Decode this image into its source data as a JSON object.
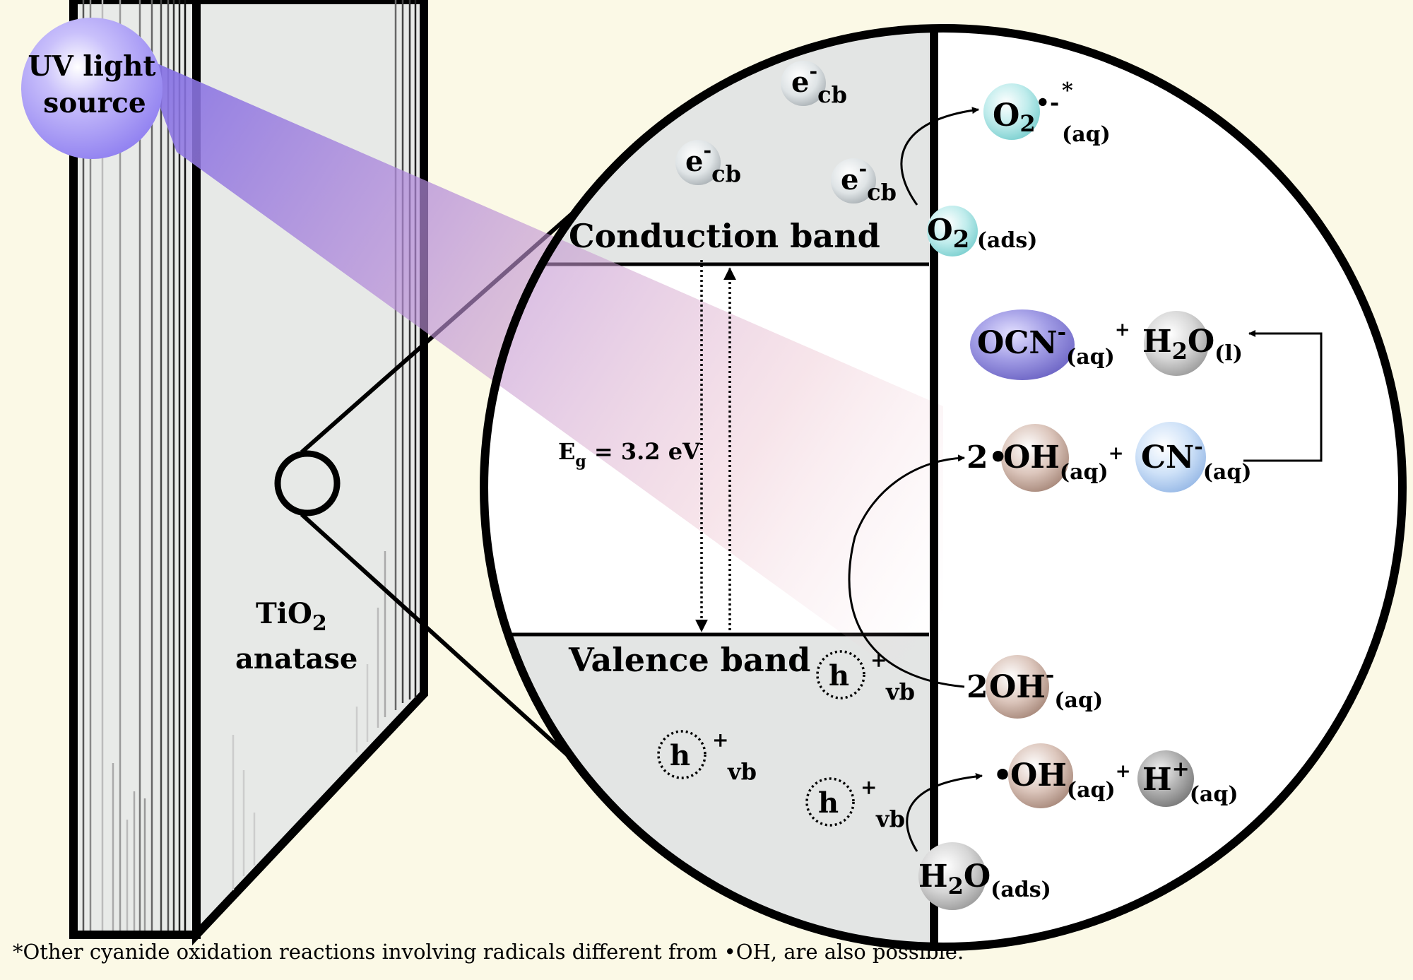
{
  "labels": {
    "uv_line1": "UV light",
    "uv_line2": "source",
    "tio2_main": "TiO",
    "tio2_sub": "2",
    "tio2_line2": "anatase",
    "conduction_band": "Conduction band",
    "valence_band": "Valence band",
    "band_gap_main": "E",
    "band_gap_sub": "g",
    "band_gap_value": " = 3.2 eV",
    "footnote": "*Other cyanide oxidation reactions involving radicals different from •OH, are also possible."
  },
  "electron": {
    "main": "e",
    "sup": "-",
    "sub": "cb"
  },
  "hole": {
    "main": "h",
    "sup": "+",
    "sub": "vb"
  },
  "species": {
    "o2_ads": {
      "main": "O",
      "sub": "2",
      "phase": " (ads)"
    },
    "superoxide": {
      "main": "O",
      "sub": "2",
      "sup": "•-",
      "star": "*",
      "phase": "(aq)"
    },
    "ocn": {
      "main": "OCN",
      "sup": "-",
      "phase": "(aq)",
      "plus": "+"
    },
    "h2o_l": {
      "main_a": "H",
      "sub": "2",
      "main_b": "O",
      "phase": "(l)"
    },
    "oh_radical_2": {
      "coef": "2•",
      "main": "OH",
      "phase": "(aq)",
      "plus": "+"
    },
    "cn": {
      "main": "CN",
      "sup": "-",
      "phase": "(aq)"
    },
    "hydroxide": {
      "coef": "2",
      "main": "OH",
      "sup": "-",
      "phase": "(aq)"
    },
    "oh_radical": {
      "coef": "•",
      "main": "OH",
      "phase": "(aq)",
      "plus": "+"
    },
    "proton": {
      "main": "H",
      "sup": "+",
      "phase": "(aq)"
    },
    "h2o_ads": {
      "main_a": "H",
      "sub": "2",
      "main_b": "O",
      "phase": "(ads)"
    }
  },
  "colors": {
    "background": "#fbf9e6",
    "band_fill": "#e3e5e4",
    "uv_beam": "#8a78e6",
    "o2_sphere": "#9fdedd",
    "ocn_sphere": "#8c86d8",
    "oh_sphere": "#c8aca0",
    "cn_sphere": "#b8d4f2",
    "water_sphere": "#c9c9c9",
    "proton_sphere": "#a9a9a9"
  }
}
